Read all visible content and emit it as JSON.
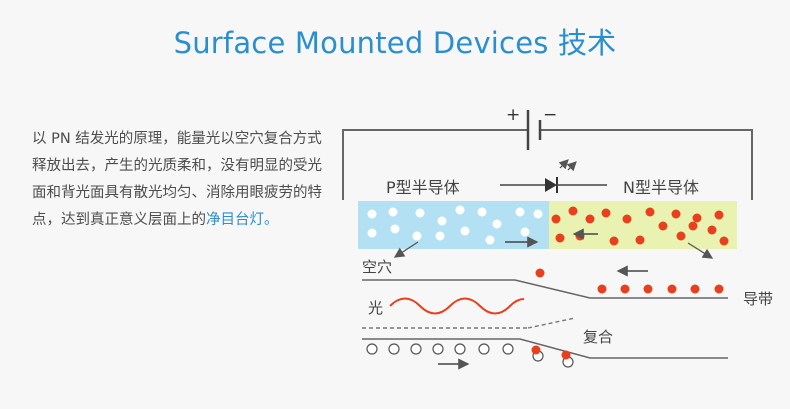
{
  "title": "Surface Mounted Devices 技术",
  "description": {
    "text": "以 PN 结发光的原理，能量光以空穴复合方式释放出去，产生的光质柔和，没有明显的受光面和背光面具有散光均匀、消除用眼疲劳的特点，达到真正意义层面上的",
    "highlight": "净目台灯。"
  },
  "diagram": {
    "battery_plus": "+",
    "battery_minus": "−",
    "p_label": "P型半导体",
    "n_label": "N型半导体",
    "hole_label": "空穴",
    "light_label": "光",
    "band_label": "导带",
    "recombine_label": "复合"
  },
  "colors": {
    "title": "#2a8fd0",
    "highlight": "#2a8fd0",
    "p_region": "#b3e1f3",
    "n_region": "#eaf2b2",
    "electron": "#e8401c",
    "light_wave": "#e8401c",
    "line": "#555555"
  }
}
